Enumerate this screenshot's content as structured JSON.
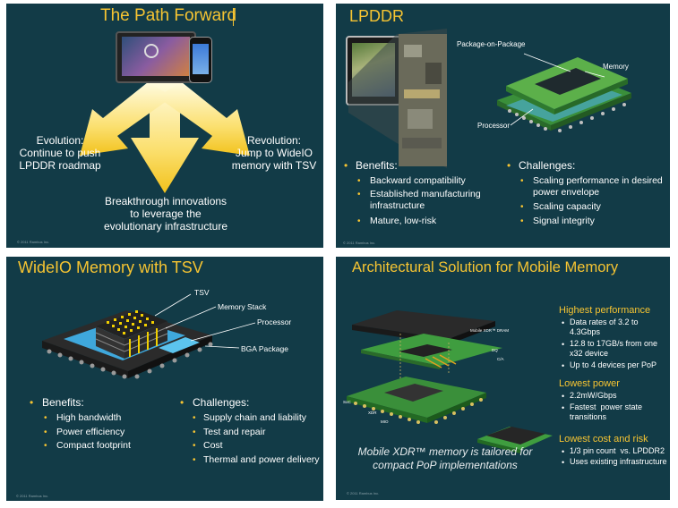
{
  "slide1": {
    "title": "The Path Forward",
    "left": "Evolution:\nContinue to push\nLPDDR roadmap",
    "right": "Revolution:\nJump to WideIO\nmemory with TSV",
    "bottom": "Breakthrough innovations\nto leverage the\nevolutionary infrastructure",
    "copyright": "© 2011 Rambus Inc."
  },
  "slide2": {
    "title": "LPDDR",
    "labels": {
      "pop": "Package-on-Package",
      "memory": "Memory",
      "processor": "Processor"
    },
    "benefits_title": "Benefits:",
    "benefits": [
      "Backward compatibility",
      "Established manufacturing\ninfrastructure",
      "Mature, low-risk"
    ],
    "challenges_title": "Challenges:",
    "challenges": [
      "Scaling performance in desired\npower envelope",
      "Scaling capacity",
      "Signal integrity"
    ],
    "copyright": "© 2011 Rambus Inc."
  },
  "slide3": {
    "title": "WideIO Memory with TSV",
    "labels": {
      "tsv": "TSV",
      "stack": "Memory Stack",
      "processor": "Processor",
      "bga": "BGA Package"
    },
    "benefits_title": "Benefits:",
    "benefits": [
      "High bandwidth",
      "Power efficiency",
      "Compact footprint"
    ],
    "challenges_title": "Challenges:",
    "challenges": [
      "Supply chain and liability",
      "Test and repair",
      "Cost",
      "Thermal and power delivery"
    ],
    "copyright": "© 2011 Rambus Inc."
  },
  "slide4": {
    "title": "Architectural Solution for Mobile Memory",
    "labels": {
      "dram": "Mobile XDR™ DRAM",
      "dq": "DQ",
      "ca": "C/A",
      "soc": "SoC",
      "xdr": "XDR",
      "mio": "MIO"
    },
    "caption": "Mobile XDR™ memory is tailored for\ncompact PoP implementations",
    "h1": "Highest performance",
    "b1": [
      "Data rates of 3.2 to\n4.3Gbps",
      "12.8 to 17GB/s from one\nx32 device",
      "Up to 4 devices per PoP"
    ],
    "h2": "Lowest power",
    "b2": [
      "2.2mW/Gbps",
      "Fastest  power state\ntransitions"
    ],
    "h3": "Lowest cost and risk",
    "b3": [
      "1/3 pin count  vs. LPDDR2",
      "Uses existing infrastructure"
    ],
    "copyright": "© 2011 Rambus Inc."
  },
  "colors": {
    "slide_bg": "#123b47",
    "accent": "#f6c432",
    "text": "#ffffff"
  }
}
